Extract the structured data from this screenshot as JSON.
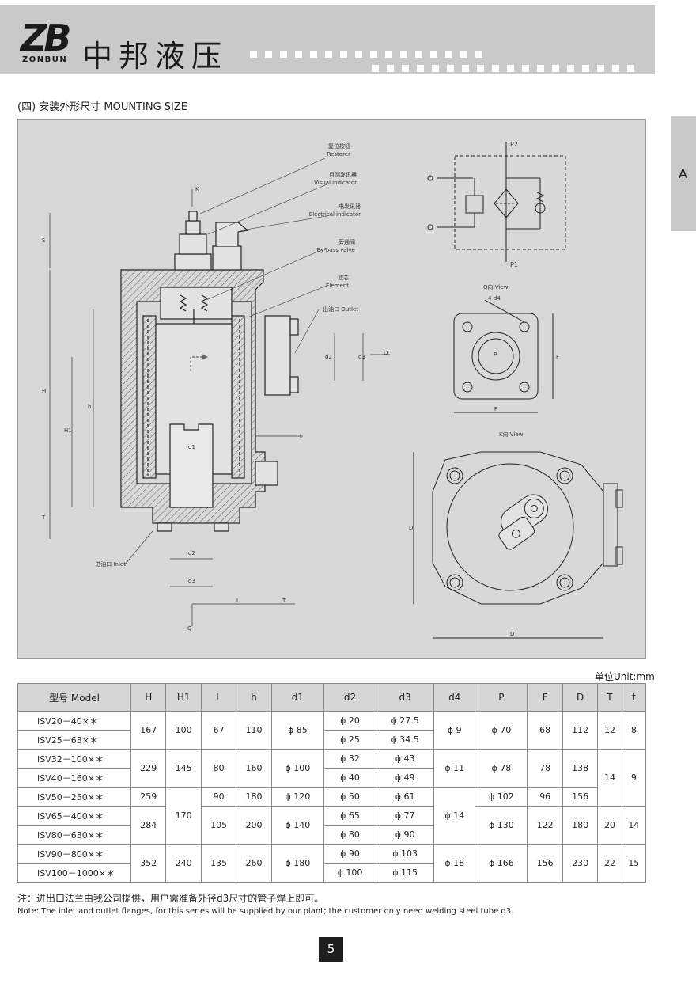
{
  "header": {
    "logo_mark": "ZB",
    "logo_text": "ZONBUN",
    "company_name": "中邦液压"
  },
  "side_tab": "A",
  "section_title": "(四) 安装外形尺寸  MOUNTING SIZE",
  "drawing": {
    "callouts": {
      "restorer_cn": "复位按钮",
      "restorer_en": "Restorer",
      "visual_cn": "目测发讯器",
      "visual_en": "Visual indicator",
      "electrical_cn": "电发讯器",
      "electrical_en": "Electrical indicator",
      "bypass_cn": "旁通阀",
      "bypass_en": "By-pass valve",
      "element_cn": "滤芯",
      "element_en": "Element",
      "outlet": "出油口 Outlet",
      "inlet": "进油口 Inlet"
    },
    "dims": {
      "K": "K",
      "S": "S",
      "H": "H",
      "H1": "H1",
      "h": "h",
      "T": "T",
      "t": "t",
      "d1": "d1",
      "d2": "d2",
      "d3": "d3",
      "L": "L",
      "Q": "Q",
      "F": "F",
      "D": "D",
      "P": "P",
      "P1": "P1",
      "P2": "P2",
      "d4": "4-d4"
    },
    "q_view": "Q向  View",
    "k_view": "K向  View"
  },
  "table": {
    "unit": "单位Unit:mm",
    "headers": [
      "型号 Model",
      "H",
      "H1",
      "L",
      "h",
      "d1",
      "d2",
      "d3",
      "d4",
      "P",
      "F",
      "D",
      "T",
      "t"
    ],
    "models": [
      "ISV20－40×＊",
      "ISV25－63×＊",
      "ISV32－100×＊",
      "ISV40－160×＊",
      "ISV50－250×＊",
      "ISV65－400×＊",
      "ISV80－630×＊",
      "ISV90－800×＊",
      "ISV100－1000×＊"
    ],
    "H": [
      "167",
      "229",
      "259",
      "284",
      "352"
    ],
    "H1": [
      "100",
      "145",
      "170",
      "240"
    ],
    "L": [
      "67",
      "80",
      "90",
      "105",
      "135"
    ],
    "h": [
      "110",
      "160",
      "180",
      "200",
      "260"
    ],
    "d1": [
      "ϕ 85",
      "ϕ 100",
      "ϕ 120",
      "ϕ 140",
      "ϕ 180"
    ],
    "d2": [
      "ϕ 20",
      "ϕ 25",
      "ϕ 32",
      "ϕ 40",
      "ϕ 50",
      "ϕ 65",
      "ϕ 80",
      "ϕ 90",
      "ϕ 100"
    ],
    "d3": [
      "ϕ 27.5",
      "ϕ 34.5",
      "ϕ 43",
      "ϕ 49",
      "ϕ 61",
      "ϕ 77",
      "ϕ 90",
      "ϕ 103",
      "ϕ 115"
    ],
    "d4": [
      "ϕ 9",
      "ϕ 11",
      "ϕ 14",
      "ϕ 18"
    ],
    "P": [
      "ϕ 70",
      "ϕ 78",
      "ϕ 102",
      "ϕ 130",
      "ϕ 166"
    ],
    "F": [
      "68",
      "78",
      "96",
      "122",
      "156"
    ],
    "D": [
      "112",
      "138",
      "156",
      "180",
      "230"
    ],
    "T": [
      "12",
      "14",
      "20",
      "22"
    ],
    "t": [
      "8",
      "9",
      "14",
      "15"
    ]
  },
  "note_cn": "注：进出口法兰由我公司提供，用户需准备外径d3尺寸的管子焊上即可。",
  "note_en": "Note: The inlet and outlet flanges, for this series will be supplied by our plant; the customer only need welding steel tube d3.",
  "page_number": "5"
}
